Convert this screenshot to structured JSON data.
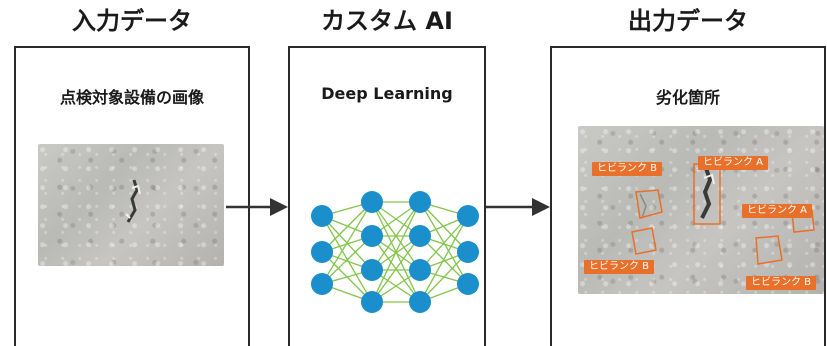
{
  "columns": {
    "input": {
      "title": "入力データ",
      "label": "点検対象設備の画像"
    },
    "model": {
      "title": "カスタム AI",
      "label": "Deep Learning"
    },
    "output": {
      "title": "出力データ",
      "label": "劣化箇所"
    }
  },
  "detections": {
    "tag1": "ヒビランク B",
    "tag2": "ヒビランク A",
    "tag3": "ヒビランク A",
    "tag4": "ヒビランク B",
    "tag5": "ヒビランク B"
  },
  "colors": {
    "node": "#1a8fcb",
    "edge": "#7cc242",
    "tag": "#e8702a",
    "box_border": "#2a2a2a",
    "arrow": "#333333"
  },
  "icons": {
    "arrow1": "right-arrow-icon",
    "arrow2": "right-arrow-icon"
  }
}
